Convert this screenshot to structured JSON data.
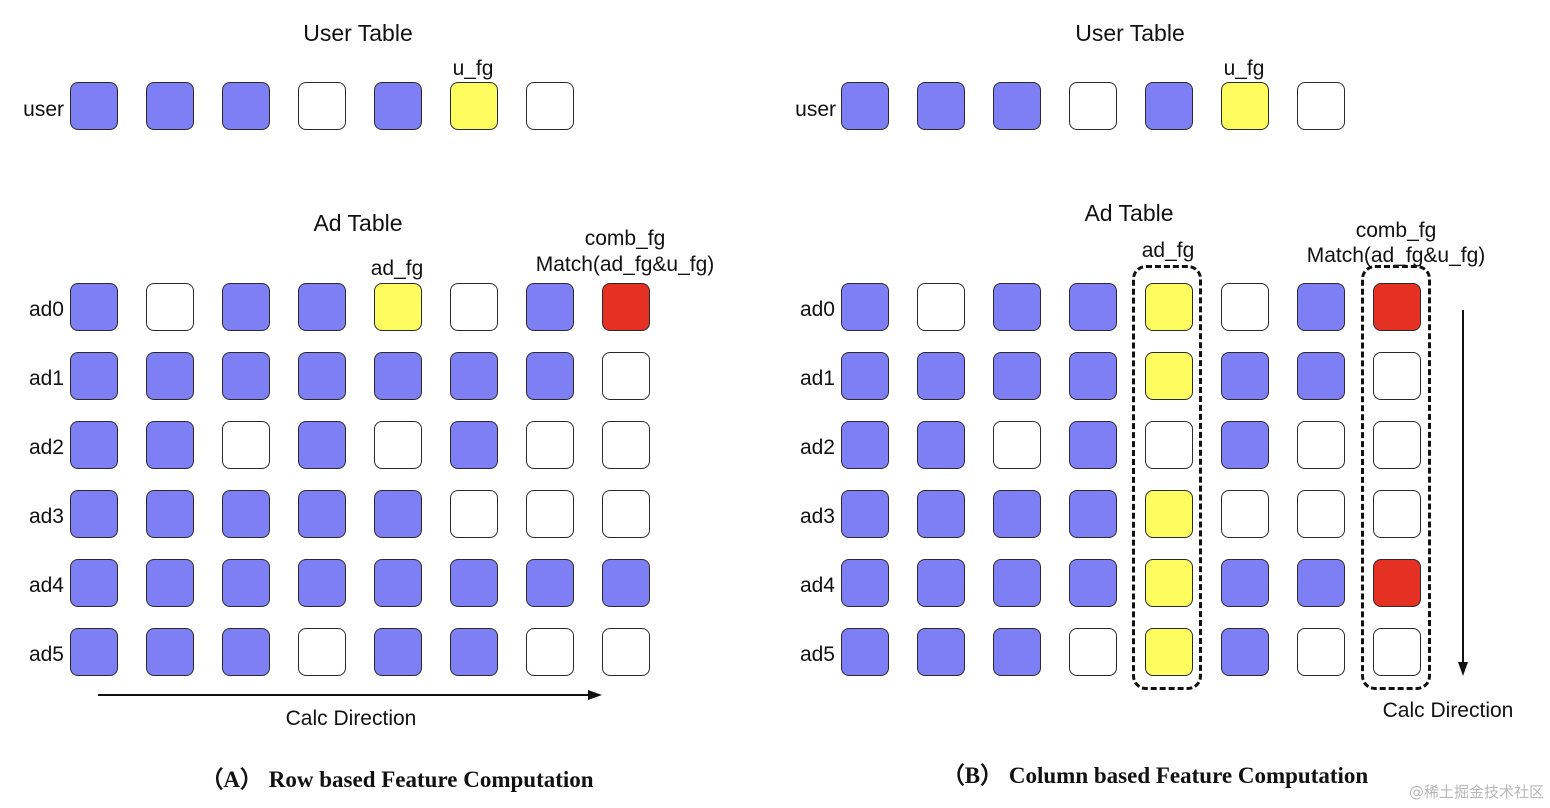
{
  "colors": {
    "on": "#7f7ff5",
    "off": "#ffffff",
    "feature": "#fdfd5f",
    "match": "#e53124"
  },
  "panel_a": {
    "user_title": "User Table",
    "u_fg_label": "u_fg",
    "user_label": "user",
    "user_cells": [
      "on",
      "on",
      "on",
      "off",
      "on",
      "feature",
      "off"
    ],
    "ad_title": "Ad Table",
    "ad_fg_label": "ad_fg",
    "comb_fg_label": "comb_fg",
    "match_label": "Match(ad_fg&u_fg)",
    "ad_rows": [
      {
        "label": "ad0",
        "cells": [
          "on",
          "off",
          "on",
          "on",
          "feature",
          "off",
          "on",
          "match"
        ]
      },
      {
        "label": "ad1",
        "cells": [
          "on",
          "on",
          "on",
          "on",
          "on",
          "on",
          "on",
          "off"
        ]
      },
      {
        "label": "ad2",
        "cells": [
          "on",
          "on",
          "off",
          "on",
          "off",
          "on",
          "off",
          "off"
        ]
      },
      {
        "label": "ad3",
        "cells": [
          "on",
          "on",
          "on",
          "on",
          "on",
          "off",
          "off",
          "off"
        ]
      },
      {
        "label": "ad4",
        "cells": [
          "on",
          "on",
          "on",
          "on",
          "on",
          "on",
          "on",
          "on"
        ]
      },
      {
        "label": "ad5",
        "cells": [
          "on",
          "on",
          "on",
          "off",
          "on",
          "on",
          "off",
          "off"
        ]
      }
    ],
    "calc_direction": "Calc Direction",
    "caption": "（A）  Row based Feature Computation"
  },
  "panel_b": {
    "user_title": "User Table",
    "u_fg_label": "u_fg",
    "user_label": "user",
    "user_cells": [
      "on",
      "on",
      "on",
      "off",
      "on",
      "feature",
      "off"
    ],
    "ad_title": "Ad Table",
    "ad_fg_label": "ad_fg",
    "comb_fg_label": "comb_fg",
    "match_label": "Match(ad_fg&u_fg)",
    "ad_rows": [
      {
        "label": "ad0",
        "cells": [
          "on",
          "off",
          "on",
          "on",
          "feature",
          "off",
          "on",
          "match"
        ]
      },
      {
        "label": "ad1",
        "cells": [
          "on",
          "on",
          "on",
          "on",
          "feature",
          "on",
          "on",
          "off"
        ]
      },
      {
        "label": "ad2",
        "cells": [
          "on",
          "on",
          "off",
          "on",
          "off",
          "on",
          "off",
          "off"
        ]
      },
      {
        "label": "ad3",
        "cells": [
          "on",
          "on",
          "on",
          "on",
          "feature",
          "off",
          "off",
          "off"
        ]
      },
      {
        "label": "ad4",
        "cells": [
          "on",
          "on",
          "on",
          "on",
          "feature",
          "on",
          "on",
          "match"
        ]
      },
      {
        "label": "ad5",
        "cells": [
          "on",
          "on",
          "on",
          "off",
          "feature",
          "on",
          "off",
          "off"
        ]
      }
    ],
    "calc_direction": "Calc Direction",
    "caption": "（B）  Column based Feature Computation"
  },
  "watermark": "@稀土掘金技术社区"
}
